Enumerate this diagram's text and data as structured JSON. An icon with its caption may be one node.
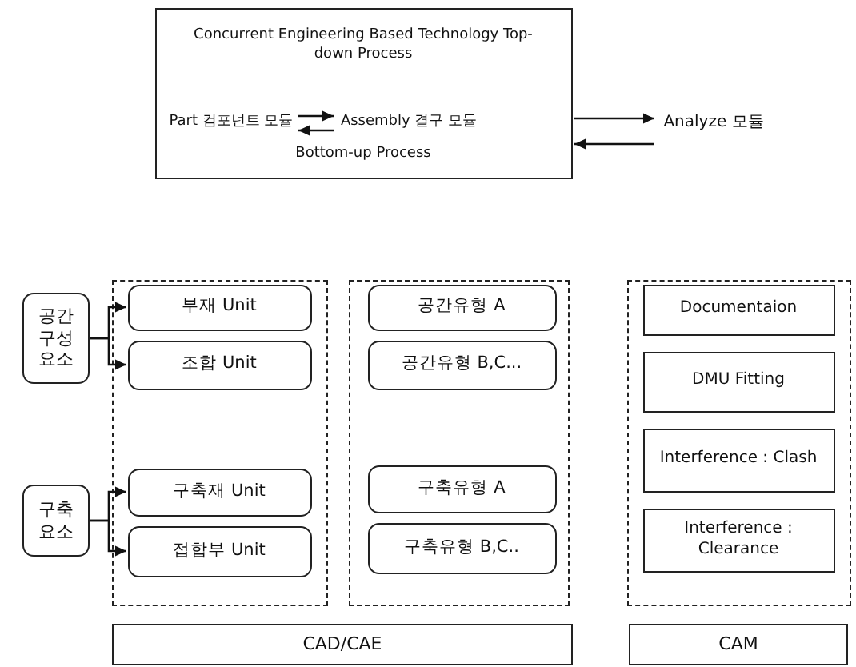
{
  "diagram": {
    "nodes": [
      {
        "text": [
          "Concurrent Engineering Based Technology Top-down Process",
          "Bottom-up Process"
        ]
      },
      {
        "text": [
          "Part 컴포넌트 모듈"
        ],
        "in": 0
      },
      {
        "text": [
          "Assembly 결구 모듈"
        ],
        "in": 0
      },
      {
        "text": [
          "Analyze 모듈"
        ]
      },
      {
        "text": [
          "공간 구성 요소"
        ]
      },
      {
        "text": [
          "구축 요소"
        ]
      },
      {
        "text": [],
        "shape": "box"
      },
      {
        "text": [
          "부재 Unit"
        ],
        "in": 6
      },
      {
        "text": [
          "조합 Unit"
        ],
        "in": 6
      },
      {
        "text": [
          "구축재 Unit"
        ],
        "in": 6
      },
      {
        "text": [
          "접합부 Unit"
        ],
        "in": 6
      },
      {
        "text": [],
        "shape": "box"
      },
      {
        "text": [
          "공간유형 A"
        ],
        "in": 11
      },
      {
        "text": [
          "공간유형 B,C..."
        ],
        "in": 11
      },
      {
        "text": [
          "구축유형 A"
        ],
        "in": 11
      },
      {
        "text": [
          "구축유형 B,C.."
        ],
        "in": 11
      },
      {
        "text": [],
        "shape": "box"
      },
      {
        "text": [
          "Documentaion"
        ],
        "in": 16
      },
      {
        "text": [
          "DMU Fitting"
        ],
        "in": 16
      },
      {
        "text": [
          "Interference : Clash"
        ],
        "in": 16
      },
      {
        "text": [
          "Interference : Clearance"
        ],
        "in": 16
      },
      {
        "text": [
          "CAD/CAE"
        ]
      },
      {
        "text": [
          "CAM"
        ]
      }
    ],
    "edges": [
      {
        "from": 1,
        "to": 2,
        "arrow": "to"
      },
      {
        "from": 2,
        "to": 1,
        "arrow": "to"
      },
      {
        "from": 0,
        "to": 3,
        "arrow": "to"
      },
      {
        "from": 3,
        "to": 0,
        "arrow": "to"
      },
      {
        "from": 4,
        "to": 7,
        "arrow": "to"
      },
      {
        "from": 4,
        "to": 8,
        "arrow": "to"
      },
      {
        "from": 5,
        "to": 9,
        "arrow": "to"
      },
      {
        "from": 5,
        "to": 10,
        "arrow": "to"
      }
    ]
  }
}
